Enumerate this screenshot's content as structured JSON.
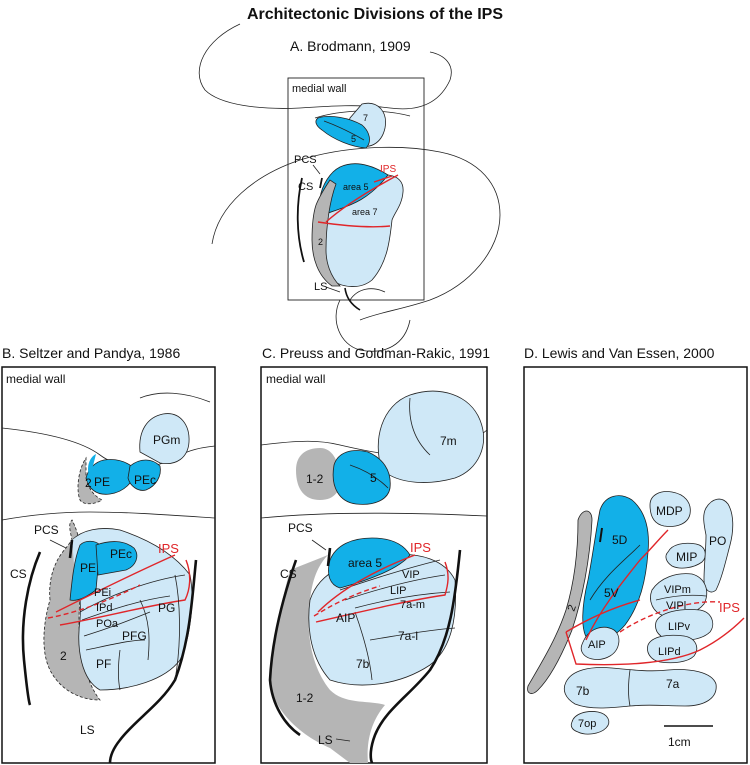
{
  "title": "Architectonic Divisions of the IPS",
  "colors": {
    "dark_blue": "#12b0e8",
    "light_blue": "#cfe8f7",
    "gray": "#b5b5b5",
    "red": "#e0262a",
    "outline": "#222222"
  },
  "panels": {
    "a": {
      "title": "A. Brodmann, 1909",
      "medial_wall": "medial wall",
      "labels": {
        "a7": "7",
        "a5": "5",
        "pcs": "PCS",
        "ips": "IPS",
        "cs": "CS",
        "area5": "area 5",
        "area7": "area 7",
        "a2": "2",
        "ls": "LS"
      }
    },
    "b": {
      "title": "B. Seltzer and Pandya, 1986",
      "medial_wall": "medial wall",
      "labels": {
        "pgm": "PGm",
        "pe_top": "PE",
        "pec_top": "PEc",
        "a2_top": "2",
        "pcs": "PCS",
        "pec": "PEc",
        "ips": "IPS",
        "cs": "CS",
        "pe": "PE",
        "pei": "PEi",
        "ipd": "IPd",
        "poa": "POa",
        "pg": "PG",
        "pfg": "PFG",
        "a2": "2",
        "pf": "PF",
        "ls": "LS"
      }
    },
    "c": {
      "title": "C. Preuss and Goldman-Rakic, 1991",
      "medial_wall": "medial wall",
      "labels": {
        "a12_top": "1-2",
        "a5_top": "5",
        "a7m": "7m",
        "pcs": "PCS",
        "ips": "IPS",
        "cs": "CS",
        "area5": "area 5",
        "vip": "VIP",
        "lip": "LIP",
        "a7am": "7a-m",
        "aip": "AIP",
        "a7al": "7a-l",
        "a7b": "7b",
        "a12": "1-2",
        "ls": "LS"
      }
    },
    "d": {
      "title": "D. Lewis and Van Essen, 2000",
      "labels": {
        "mdp": "MDP",
        "a5d": "5D",
        "mip": "MIP",
        "po": "PO",
        "a5v": "5V",
        "vipm": "VIPm",
        "vipl": "VIPl",
        "ips": "IPS",
        "a2": "2",
        "lipv": "LIPv",
        "aip": "AIP",
        "lipd": "LIPd",
        "a7b": "7b",
        "a7a": "7a",
        "a7op": "7op"
      },
      "scale_label": "1cm"
    }
  }
}
